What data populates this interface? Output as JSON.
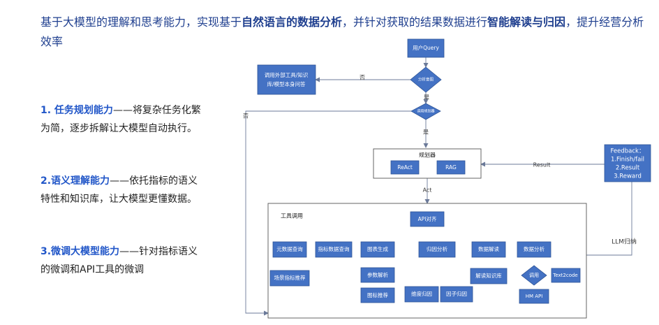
{
  "headline": {
    "p1": "基于大模型的理解和思考能力，实现基于",
    "h1": "自然语言的数据分析",
    "p2": "，并针对获取的结果数据进行",
    "h2": "智能解读与归因",
    "p3": "，提升经营分析效率"
  },
  "abilities": [
    {
      "heading": "1. 任务规划能力",
      "text": "——将复杂任务化繁为简，逐步拆解让大模型自动执行。"
    },
    {
      "heading": "2.语义理解能力",
      "text": "——依托指标的语义特性和知识库，让大模型更懂数据。"
    },
    {
      "heading": "3.微调大模型能力",
      "text": "——针对指标语义的微调和API工具的微调"
    }
  ],
  "diagram": {
    "user_query": "用户Query",
    "analyze_decision": "分析意图",
    "external_box": [
      "调用外部工具/知识",
      "库/模型本身问答"
    ],
    "no1": "否",
    "yes1": "是",
    "planner_decision": "调用规划器",
    "no2": "否",
    "yes2": "是",
    "planner_title": "规划器",
    "react": "ReAct",
    "rag": "RAG",
    "act": "Act",
    "result": "Result",
    "feedback_lines": [
      "Feedback：",
      "1.Finish/fail",
      "2.Result",
      "3.Reward"
    ],
    "llm": "LLM归纳",
    "tools_title": "工具调用",
    "api_align": "API对齐",
    "tools": [
      "元数据查询",
      "指标数据查询",
      "图表生成",
      "归因分析",
      "数据解读",
      "数据分析"
    ],
    "scene_rec": "场景指标推荐",
    "param_parse": "参数解析",
    "chart_rec": "图标推荐",
    "dim_attr": "维度归因",
    "factor_attr": "因子归因",
    "interp_kb": "解读知识库",
    "call": "调用",
    "text2code": "Text2code",
    "hm_api": "HM API"
  },
  "colors": {
    "box": "#4472c4",
    "border": "#2f5597",
    "line": "#6b7a99",
    "headline": "#1f3f8f",
    "accent": "#2156c8"
  }
}
